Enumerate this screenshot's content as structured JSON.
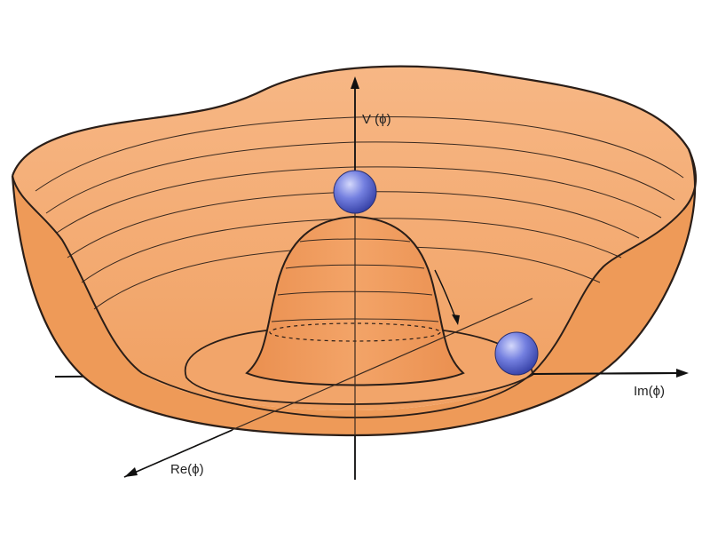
{
  "labels": {
    "v_axis": "V (ϕ)",
    "im_axis": "Im(ϕ)",
    "re_axis": "Re(ϕ)"
  },
  "colors": {
    "surface_light": "#f6b07a",
    "surface_mid": "#f0a063",
    "surface_dark": "#e98d4c",
    "outline": "#2a1e18",
    "contour": "#3a2a20",
    "ball": "#5a66d6",
    "ball_highlight": "#c8ccf6"
  },
  "icons": {
    "top_ball": "ball-icon",
    "rolling_ball": "ball-icon",
    "motion_arrow": "curved-arrow-icon"
  }
}
